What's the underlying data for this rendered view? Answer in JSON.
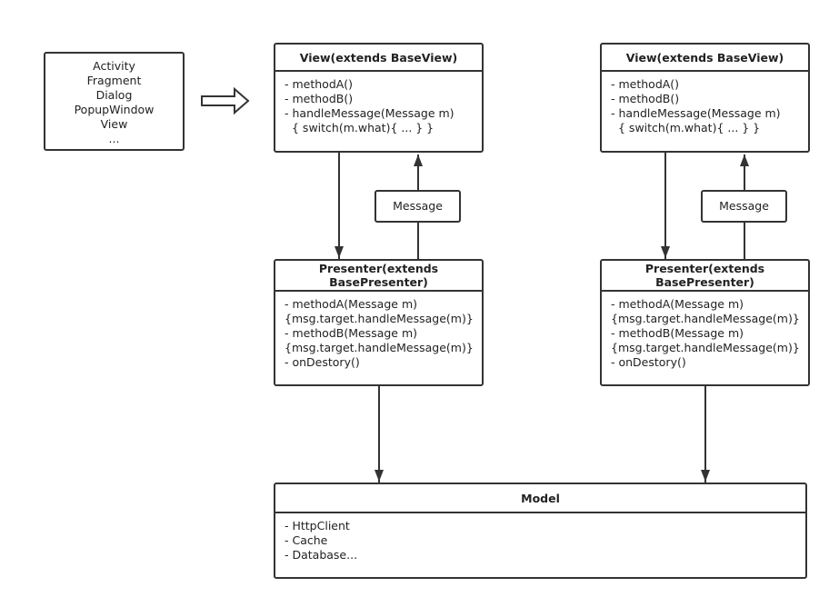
{
  "components": [
    "Activity",
    "Fragment",
    "Dialog",
    "PopupWindow",
    "View",
    "..."
  ],
  "view_left": {
    "title": "View(extends BaseView)",
    "lines": [
      "- methodA()",
      "- methodB()",
      "- handleMessage(Message m)",
      "{ switch(m.what){ ... } }"
    ]
  },
  "view_right": {
    "title": "View(extends BaseView)",
    "lines": [
      "- methodA()",
      "- methodB()",
      "- handleMessage(Message m)",
      "{ switch(m.what){ ... } }"
    ]
  },
  "message_left": {
    "label": "Message"
  },
  "message_right": {
    "label": "Message"
  },
  "presenter_left": {
    "title_line1": "Presenter(extends",
    "title_line2": "BasePresenter)",
    "lines": [
      "- methodA(Message m)",
      "{msg.target.handleMessage(m)}",
      "- methodB(Message m)",
      "{msg.target.handleMessage(m)}",
      "- onDestory()"
    ]
  },
  "presenter_right": {
    "title_line1": "Presenter(extends",
    "title_line2": "BasePresenter)",
    "lines": [
      "- methodA(Message m)",
      "{msg.target.handleMessage(m)}",
      "- methodB(Message m)",
      "{msg.target.handleMessage(m)}",
      "- onDestory()"
    ]
  },
  "model": {
    "title": "Model",
    "lines": [
      "- HttpClient",
      "- Cache",
      "- Database..."
    ]
  },
  "colors": {
    "stroke": "#333333",
    "background": "#ffffff"
  }
}
